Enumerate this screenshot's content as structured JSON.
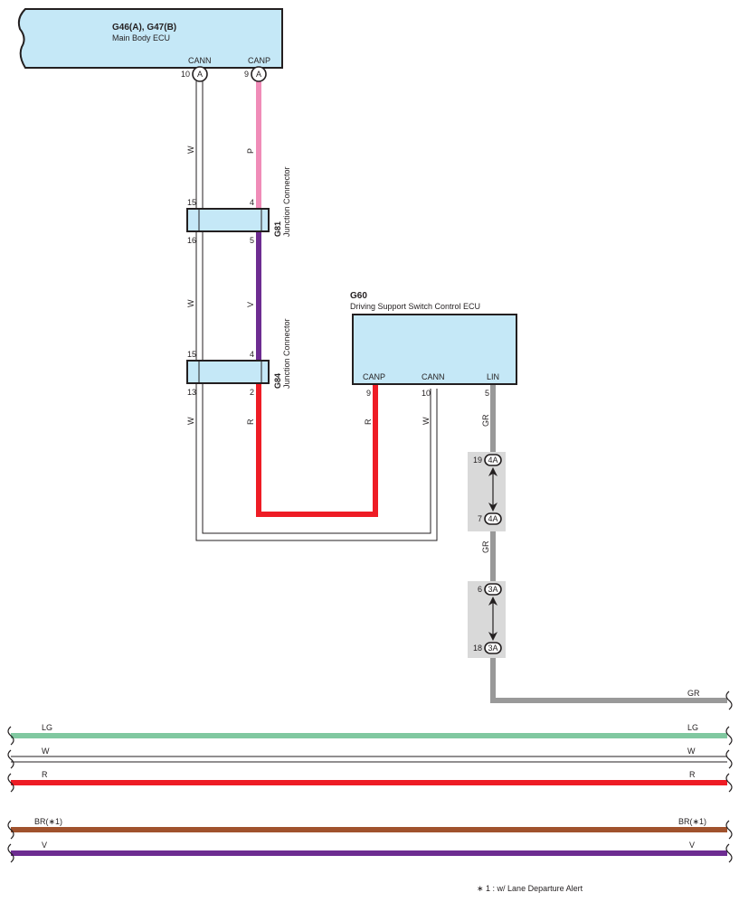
{
  "ecu_main": {
    "code": "G46(A), G47(B)",
    "name": "Main Body ECU",
    "pins": {
      "cann": {
        "label": "CANN",
        "number": "10",
        "connector": "A"
      },
      "canp": {
        "label": "CANP",
        "number": "9",
        "connector": "A"
      }
    }
  },
  "junction_g81": {
    "code": "G81",
    "name": "Junction Connector",
    "pins": {
      "top_left": "15",
      "top_right": "4",
      "bottom_left": "16",
      "bottom_right": "5"
    }
  },
  "junction_g84": {
    "code": "G84",
    "name": "Junction Connector",
    "pins": {
      "top_left": "15",
      "top_right": "4",
      "bottom_left": "13",
      "bottom_right": "2"
    }
  },
  "ecu_driving": {
    "code": "G60",
    "name": "Driving Support Switch Control ECU",
    "pins": {
      "canp": {
        "label": "CANP",
        "number": "9"
      },
      "cann": {
        "label": "CANN",
        "number": "10"
      },
      "lin": {
        "label": "LIN",
        "number": "5"
      }
    }
  },
  "wire_colors": {
    "w_upper": "W",
    "p_upper": "P",
    "w_middle": "W",
    "v_middle": "V",
    "w_lower": "W",
    "r_lower": "R",
    "r_g60": "R",
    "w_g60": "W",
    "gr_lin": "GR",
    "gr_mid": "GR",
    "gr_out": "GR"
  },
  "inline_connectors": [
    {
      "code": "4A",
      "pin_top": "19",
      "pin_bottom": "7"
    },
    {
      "code": "3A",
      "pin_top": "6",
      "pin_bottom": "18"
    }
  ],
  "bus_lines": [
    {
      "left": "LG",
      "right": "LG",
      "color": "#80c8a0"
    },
    {
      "left": "W",
      "right": "W",
      "color": "#ffffff"
    },
    {
      "left": "R",
      "right": "R",
      "color": "#ee1c25"
    },
    {
      "left": "BR(∗1)",
      "right": "BR(∗1)",
      "color": "#a0522d"
    },
    {
      "left": "V",
      "right": "V",
      "color": "#6d2c91"
    }
  ],
  "footnote": "∗ 1 : w/ Lane Departure Alert",
  "colors": {
    "ecu_fill": "#c5e8f7",
    "pink": "#f08cb8",
    "violet": "#6d2c91",
    "red": "#ee1c25",
    "gray": "#999999",
    "green": "#80c8a0",
    "brown": "#a0522d",
    "connector_shade": "#d9d9d9"
  }
}
